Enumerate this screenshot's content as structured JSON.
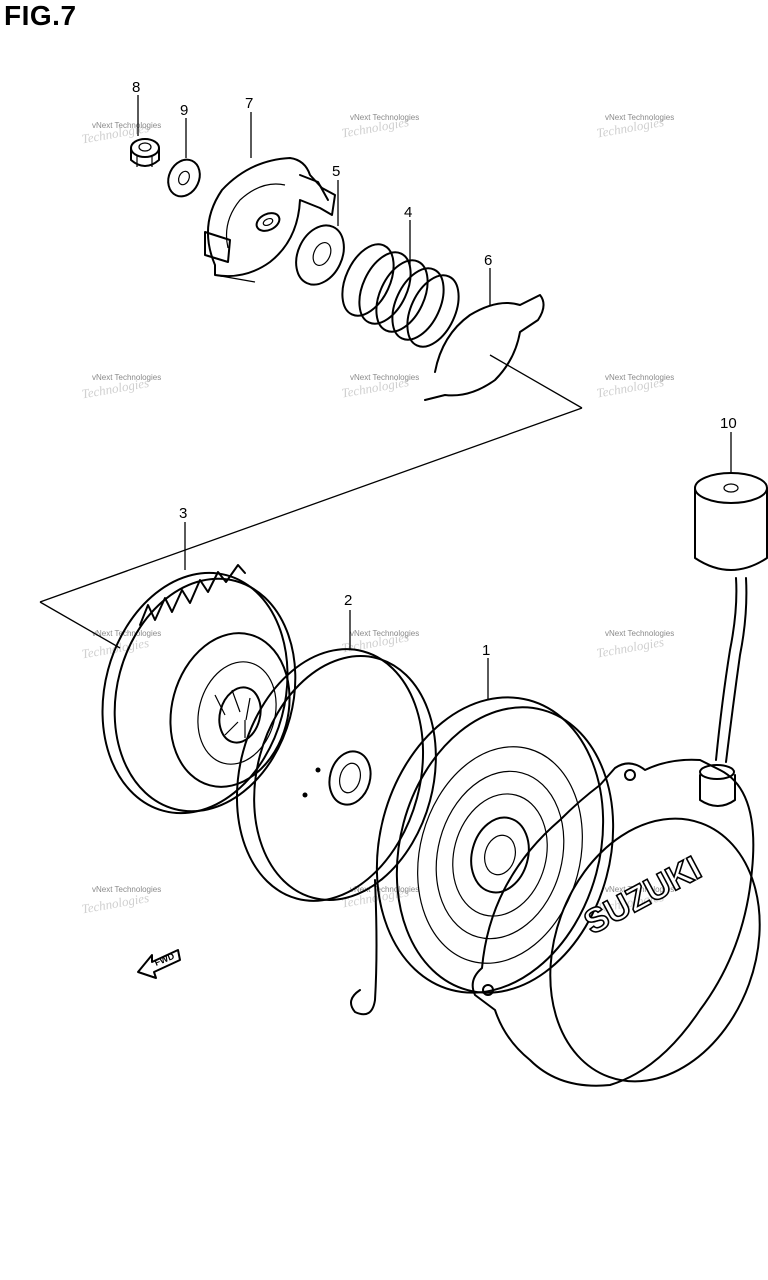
{
  "figure_title": "FIG.7",
  "brand_marking": "SUZUKI",
  "direction_label": "FWD",
  "watermark_text": "vNext Technologies",
  "callouts": [
    "1",
    "2",
    "3",
    "4",
    "5",
    "6",
    "7",
    "8",
    "9",
    "10"
  ]
}
